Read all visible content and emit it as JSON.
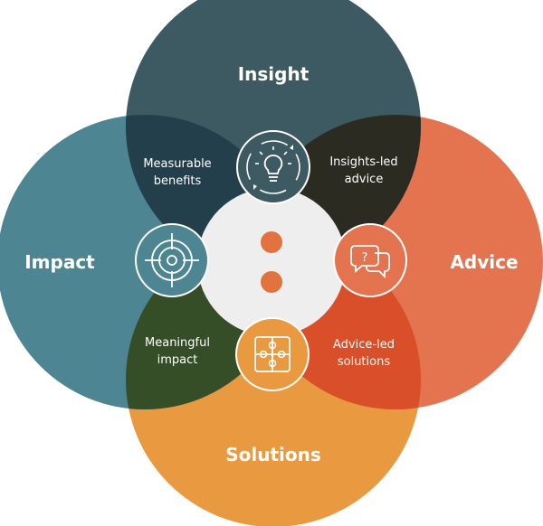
{
  "circles": {
    "insight": {
      "label": "Insight",
      "color": "#3d5a63"
    },
    "impact": {
      "label": "Impact",
      "color": "#4d8593"
    },
    "advice": {
      "label": "Advice",
      "color": "#e3744f"
    },
    "solutions": {
      "label": "Solutions",
      "color": "#e9993f"
    }
  },
  "overlaps": {
    "insight_impact": {
      "line1": "Measurable",
      "line2": "benefits",
      "color": "#233f4c"
    },
    "insight_advice": {
      "line1": "Insights-led",
      "line2": "advice",
      "color": "#2c2b22"
    },
    "impact_solutions": {
      "line1": "Meaningful",
      "line2": "impact",
      "color": "#354e27"
    },
    "advice_solutions": {
      "line1": "Advice-led",
      "line2": "solutions",
      "color": "#d84f2a"
    }
  },
  "center_color": "#eeeeee",
  "dot_color": "#e2733f",
  "icons": {
    "insight": "lightbulb-icon",
    "impact": "target-icon",
    "advice": "speech-bubbles-icon",
    "solutions": "puzzle-icon"
  }
}
